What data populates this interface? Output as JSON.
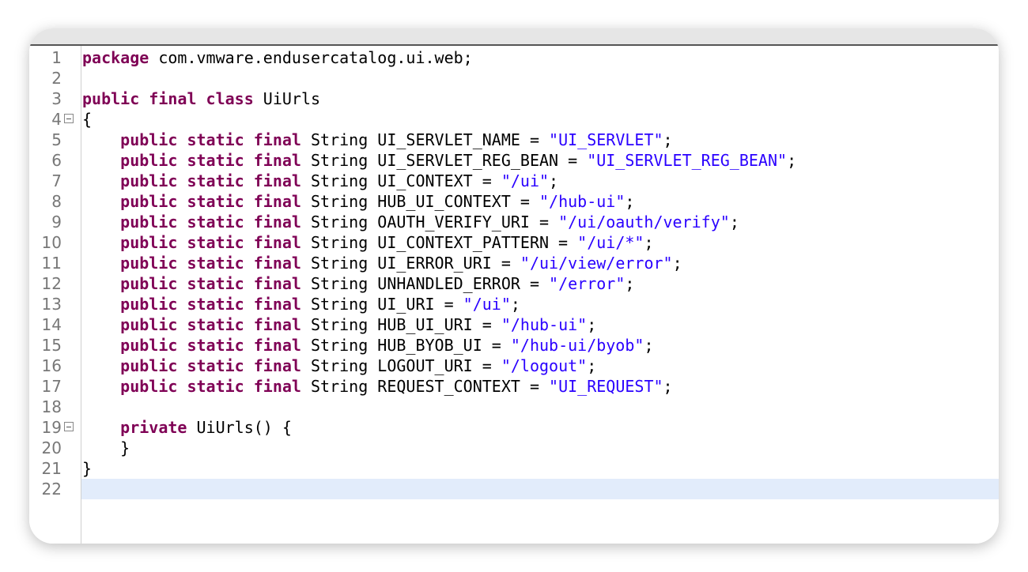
{
  "editor": {
    "current_line": 22,
    "colors": {
      "keyword": "#7f0055",
      "string": "#2a00ff",
      "plain": "#000000",
      "line_highlight": "#e2ecfb"
    },
    "lines": [
      {
        "n": "1",
        "fold": false,
        "tokens": [
          [
            "kw",
            "package"
          ],
          [
            "plain",
            " com.vmware.endusercatalog.ui.web;"
          ]
        ]
      },
      {
        "n": "2",
        "fold": false,
        "tokens": []
      },
      {
        "n": "3",
        "fold": false,
        "tokens": [
          [
            "kw",
            "public final class"
          ],
          [
            "plain",
            " UiUrls"
          ]
        ]
      },
      {
        "n": "4",
        "fold": true,
        "tokens": [
          [
            "plain",
            "{"
          ]
        ]
      },
      {
        "n": "5",
        "fold": false,
        "tokens": [
          [
            "plain",
            "    "
          ],
          [
            "kw",
            "public static final"
          ],
          [
            "plain",
            " String UI_SERVLET_NAME = "
          ],
          [
            "str",
            "\"UI_SERVLET\""
          ],
          [
            "plain",
            ";"
          ]
        ]
      },
      {
        "n": "6",
        "fold": false,
        "tokens": [
          [
            "plain",
            "    "
          ],
          [
            "kw",
            "public static final"
          ],
          [
            "plain",
            " String UI_SERVLET_REG_BEAN = "
          ],
          [
            "str",
            "\"UI_SERVLET_REG_BEAN\""
          ],
          [
            "plain",
            ";"
          ]
        ]
      },
      {
        "n": "7",
        "fold": false,
        "tokens": [
          [
            "plain",
            "    "
          ],
          [
            "kw",
            "public static final"
          ],
          [
            "plain",
            " String UI_CONTEXT = "
          ],
          [
            "str",
            "\"/ui\""
          ],
          [
            "plain",
            ";"
          ]
        ]
      },
      {
        "n": "8",
        "fold": false,
        "tokens": [
          [
            "plain",
            "    "
          ],
          [
            "kw",
            "public static final"
          ],
          [
            "plain",
            " String HUB_UI_CONTEXT = "
          ],
          [
            "str",
            "\"/hub-ui\""
          ],
          [
            "plain",
            ";"
          ]
        ]
      },
      {
        "n": "9",
        "fold": false,
        "tokens": [
          [
            "plain",
            "    "
          ],
          [
            "kw",
            "public static final"
          ],
          [
            "plain",
            " String OAUTH_VERIFY_URI = "
          ],
          [
            "str",
            "\"/ui/oauth/verify\""
          ],
          [
            "plain",
            ";"
          ]
        ]
      },
      {
        "n": "10",
        "fold": false,
        "tokens": [
          [
            "plain",
            "    "
          ],
          [
            "kw",
            "public static final"
          ],
          [
            "plain",
            " String UI_CONTEXT_PATTERN = "
          ],
          [
            "str",
            "\"/ui/*\""
          ],
          [
            "plain",
            ";"
          ]
        ]
      },
      {
        "n": "11",
        "fold": false,
        "tokens": [
          [
            "plain",
            "    "
          ],
          [
            "kw",
            "public static final"
          ],
          [
            "plain",
            " String UI_ERROR_URI = "
          ],
          [
            "str",
            "\"/ui/view/error\""
          ],
          [
            "plain",
            ";"
          ]
        ]
      },
      {
        "n": "12",
        "fold": false,
        "tokens": [
          [
            "plain",
            "    "
          ],
          [
            "kw",
            "public static final"
          ],
          [
            "plain",
            " String UNHANDLED_ERROR = "
          ],
          [
            "str",
            "\"/error\""
          ],
          [
            "plain",
            ";"
          ]
        ]
      },
      {
        "n": "13",
        "fold": false,
        "tokens": [
          [
            "plain",
            "    "
          ],
          [
            "kw",
            "public static final"
          ],
          [
            "plain",
            " String UI_URI = "
          ],
          [
            "str",
            "\"/ui\""
          ],
          [
            "plain",
            ";"
          ]
        ]
      },
      {
        "n": "14",
        "fold": false,
        "tokens": [
          [
            "plain",
            "    "
          ],
          [
            "kw",
            "public static final"
          ],
          [
            "plain",
            " String HUB_UI_URI = "
          ],
          [
            "str",
            "\"/hub-ui\""
          ],
          [
            "plain",
            ";"
          ]
        ]
      },
      {
        "n": "15",
        "fold": false,
        "tokens": [
          [
            "plain",
            "    "
          ],
          [
            "kw",
            "public static final"
          ],
          [
            "plain",
            " String HUB_BYOB_UI = "
          ],
          [
            "str",
            "\"/hub-ui/byob\""
          ],
          [
            "plain",
            ";"
          ]
        ]
      },
      {
        "n": "16",
        "fold": false,
        "tokens": [
          [
            "plain",
            "    "
          ],
          [
            "kw",
            "public static final"
          ],
          [
            "plain",
            " String LOGOUT_URI = "
          ],
          [
            "str",
            "\"/logout\""
          ],
          [
            "plain",
            ";"
          ]
        ]
      },
      {
        "n": "17",
        "fold": false,
        "tokens": [
          [
            "plain",
            "    "
          ],
          [
            "kw",
            "public static final"
          ],
          [
            "plain",
            " String REQUEST_CONTEXT = "
          ],
          [
            "str",
            "\"UI_REQUEST\""
          ],
          [
            "plain",
            ";"
          ]
        ]
      },
      {
        "n": "18",
        "fold": false,
        "tokens": []
      },
      {
        "n": "19",
        "fold": true,
        "tokens": [
          [
            "plain",
            "    "
          ],
          [
            "kw",
            "private"
          ],
          [
            "plain",
            " UiUrls() {"
          ]
        ]
      },
      {
        "n": "20",
        "fold": false,
        "tokens": [
          [
            "plain",
            "    }"
          ]
        ]
      },
      {
        "n": "21",
        "fold": false,
        "tokens": [
          [
            "plain",
            "}"
          ]
        ]
      },
      {
        "n": "22",
        "fold": false,
        "tokens": []
      }
    ]
  }
}
